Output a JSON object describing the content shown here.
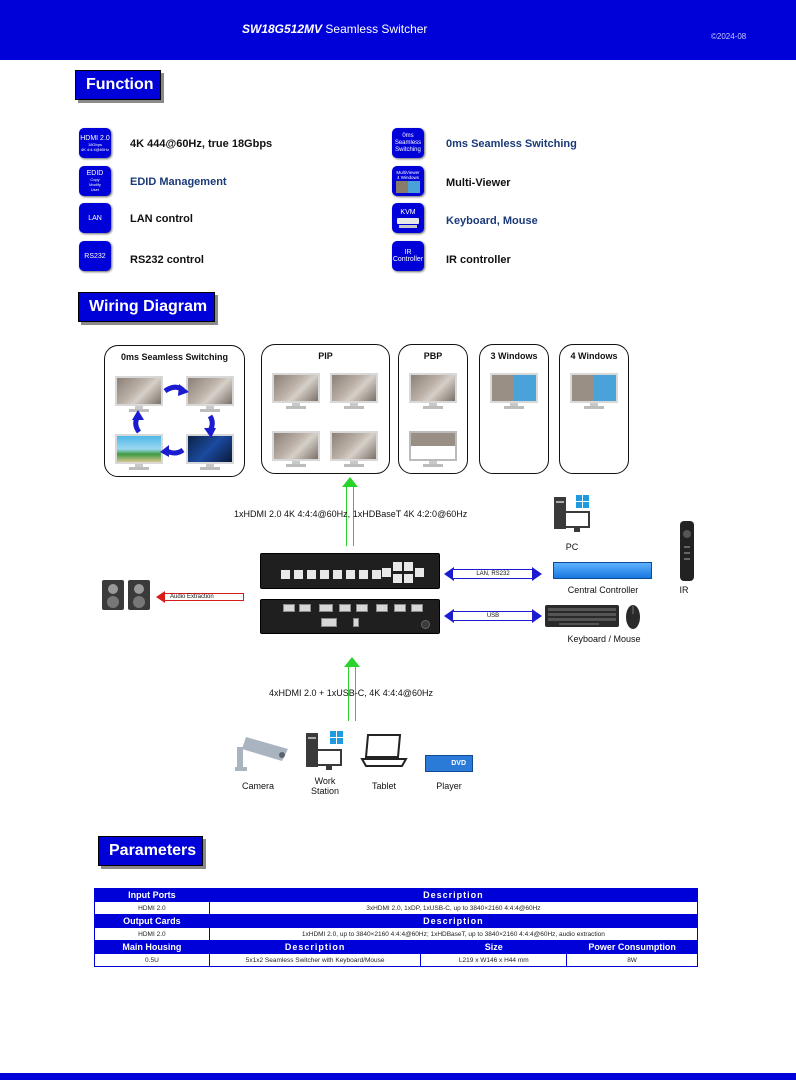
{
  "header": {
    "model": "SW18G512MV",
    "title": "Seamless Switcher",
    "copyright": "©2024-08"
  },
  "sections": {
    "function": "Function",
    "wiring": "Wiring Diagram",
    "parameters": "Parameters"
  },
  "features": [
    {
      "icon_name": "hdmi-icon",
      "icon_lines": [
        "HDMI 2.0",
        "18Gbps",
        "4K 4:4:4@60Hz"
      ],
      "label": "4K 444@60Hz, true 18Gbps"
    },
    {
      "icon_name": "seamless-icon",
      "icon_lines": [
        "0ms",
        "Seamless",
        "Switching"
      ],
      "label": "0ms Seamless Switching"
    },
    {
      "icon_name": "edid-icon",
      "icon_lines": [
        "EDID",
        "Copy",
        "Modify",
        "User"
      ],
      "label": "EDID Management"
    },
    {
      "icon_name": "multiviewer-icon",
      "icon_lines": [
        "MultiViewer",
        "4 Windows"
      ],
      "label": "Multi-Viewer"
    },
    {
      "icon_name": "lan-icon",
      "icon_lines": [
        "LAN"
      ],
      "label": "LAN control"
    },
    {
      "icon_name": "kvm-icon",
      "icon_lines": [
        "KVM"
      ],
      "label": "Keyboard, Mouse"
    },
    {
      "icon_name": "rs232-icon",
      "icon_lines": [
        "RS232"
      ],
      "label": "RS232 control"
    },
    {
      "icon_name": "ir-icon",
      "icon_lines": [
        "IR",
        "Controller"
      ],
      "label": "IR controller"
    }
  ],
  "diagram": {
    "modes": [
      "0ms Seamless Switching",
      "PIP",
      "PBP",
      "3 Windows",
      "4 Windows"
    ],
    "output_label": "1xHDMI 2.0  4K 4:4:4@60Hz,  1xHDBaseT 4K 4:2:0@60Hz",
    "input_label": "4xHDMI 2.0 + 1xUSB-C,  4K 4:4:4@60Hz",
    "audio_label": "Audio Extraction",
    "lan_label": "LAN, RS232",
    "usb_label": "USB",
    "devices": {
      "pc": "PC",
      "central_controller": "Central Controller",
      "ir": "IR",
      "keyboard_mouse": "Keyboard / Mouse",
      "camera": "Camera",
      "workstation_1": "Work",
      "workstation_2": "Station",
      "tablet": "Tablet",
      "player": "Player",
      "dvd": "DVD"
    }
  },
  "params": {
    "input": {
      "header": "Input Ports",
      "desc_header": "Description",
      "port": "HDMI 2.0",
      "desc": "3xHDMI 2.0, 1xDP, 1xUSB-C, up to 3840×2160 4:4:4@60Hz"
    },
    "output": {
      "header": "Output Cards",
      "desc_header": "Description",
      "port": "HDMI 2.0",
      "desc": "1xHDMI 2.0, up to 3840×2160 4:4:4@60Hz; 1xHDBaseT, up to 3840×2160 4:4:4@60Hz, audio extraction"
    },
    "housing": {
      "header": "Main Housing",
      "desc_header": "Description",
      "size_header": "Size",
      "power_header": "Power Consumption",
      "housing": "0.5U",
      "desc": "5x1x2 Seamless Switcher with Keyboard/Mouse",
      "size": "L219 x W146 x H44 mm",
      "power": "8W"
    }
  },
  "colors": {
    "brand": "#0000d8",
    "input_arrow": "#2ad32a",
    "audio_arrow": "#d81b1b",
    "link_arrow": "#1b1bd0"
  }
}
